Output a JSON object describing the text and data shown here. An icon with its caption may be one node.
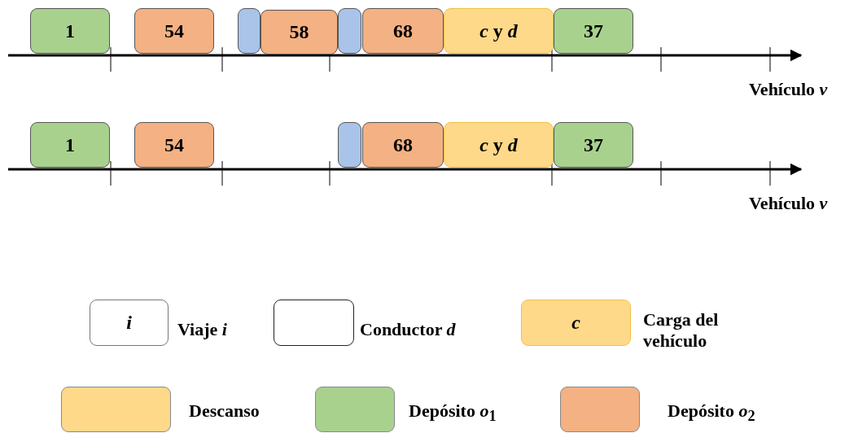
{
  "diagram": {
    "nodes": [
      {
        "text": [
          "1"
        ]
      },
      {
        "text": [
          "54"
        ]
      },
      {
        "text": [],
        "shape": "box"
      },
      {
        "text": [
          "58"
        ]
      },
      {
        "text": [],
        "shape": "box"
      },
      {
        "text": [
          "68"
        ]
      },
      {
        "text": [
          "*c* y *d*"
        ]
      },
      {
        "text": [
          "37"
        ]
      },
      {
        "text": [
          "1"
        ]
      },
      {
        "text": [
          "54"
        ]
      },
      {
        "text": [],
        "shape": "box"
      },
      {
        "text": [
          "68"
        ]
      },
      {
        "text": [
          "*c* y *d*"
        ]
      },
      {
        "text": [
          "37"
        ]
      },
      {
        "text": [
          "*i*"
        ],
        "beside": [
          "Viaje *i*"
        ]
      },
      {
        "text": [],
        "shape": "box",
        "beside": [
          "Conductor *d*"
        ]
      },
      {
        "text": [
          "*c*"
        ],
        "beside": [
          "Carga del vehículo"
        ]
      }
    ],
    "edges": [],
    "labels": [
      "Vehículo *v*",
      "Vehículo *v*"
    ],
    "legend": [
      {
        "text": "Descanso",
        "color": "#ffd98a"
      },
      {
        "text": "Depósito *o*$_{1}$",
        "color": "#a9d18e"
      },
      {
        "text": "Depósito *o*$_{2}$",
        "color": "#f4b183"
      }
    ]
  }
}
